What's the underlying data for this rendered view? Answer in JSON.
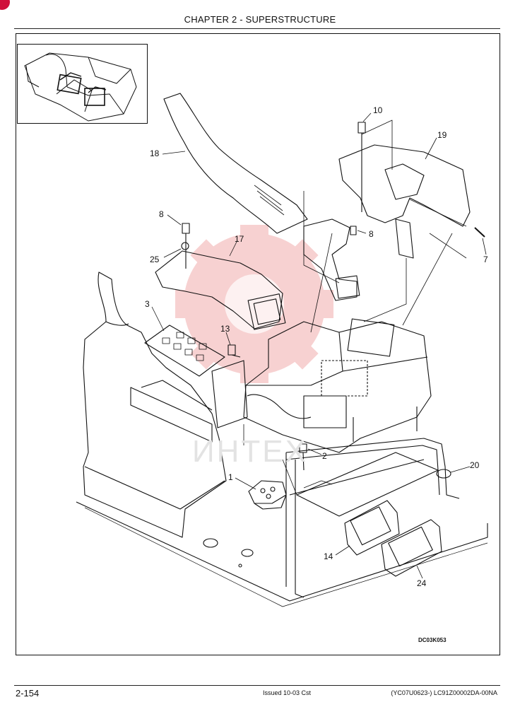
{
  "header": {
    "title": "CHAPTER 2 - SUPERSTRUCTURE"
  },
  "figure": {
    "drawing_code": "DC03K053",
    "callouts": [
      {
        "id": "c10",
        "label": "10"
      },
      {
        "id": "c19",
        "label": "19"
      },
      {
        "id": "c18",
        "label": "18"
      },
      {
        "id": "c8a",
        "label": "8"
      },
      {
        "id": "c8b",
        "label": "8"
      },
      {
        "id": "c17",
        "label": "17"
      },
      {
        "id": "c25",
        "label": "25"
      },
      {
        "id": "c7",
        "label": "7"
      },
      {
        "id": "c3",
        "label": "3"
      },
      {
        "id": "c13",
        "label": "13"
      },
      {
        "id": "c2",
        "label": "2"
      },
      {
        "id": "c20",
        "label": "20"
      },
      {
        "id": "c1",
        "label": "1"
      },
      {
        "id": "c14",
        "label": "14"
      },
      {
        "id": "c24",
        "label": "24"
      }
    ],
    "watermark_text": "ИНТЕХ"
  },
  "footer": {
    "page_number": "2-154",
    "issued": "Issued 10-03   Cst",
    "doc_code": "(YC07U0623-)   LC91Z00002DA-00NA"
  },
  "colors": {
    "line": "#111111",
    "watermark": "#f3c2c2",
    "badge": "#d0103a"
  }
}
